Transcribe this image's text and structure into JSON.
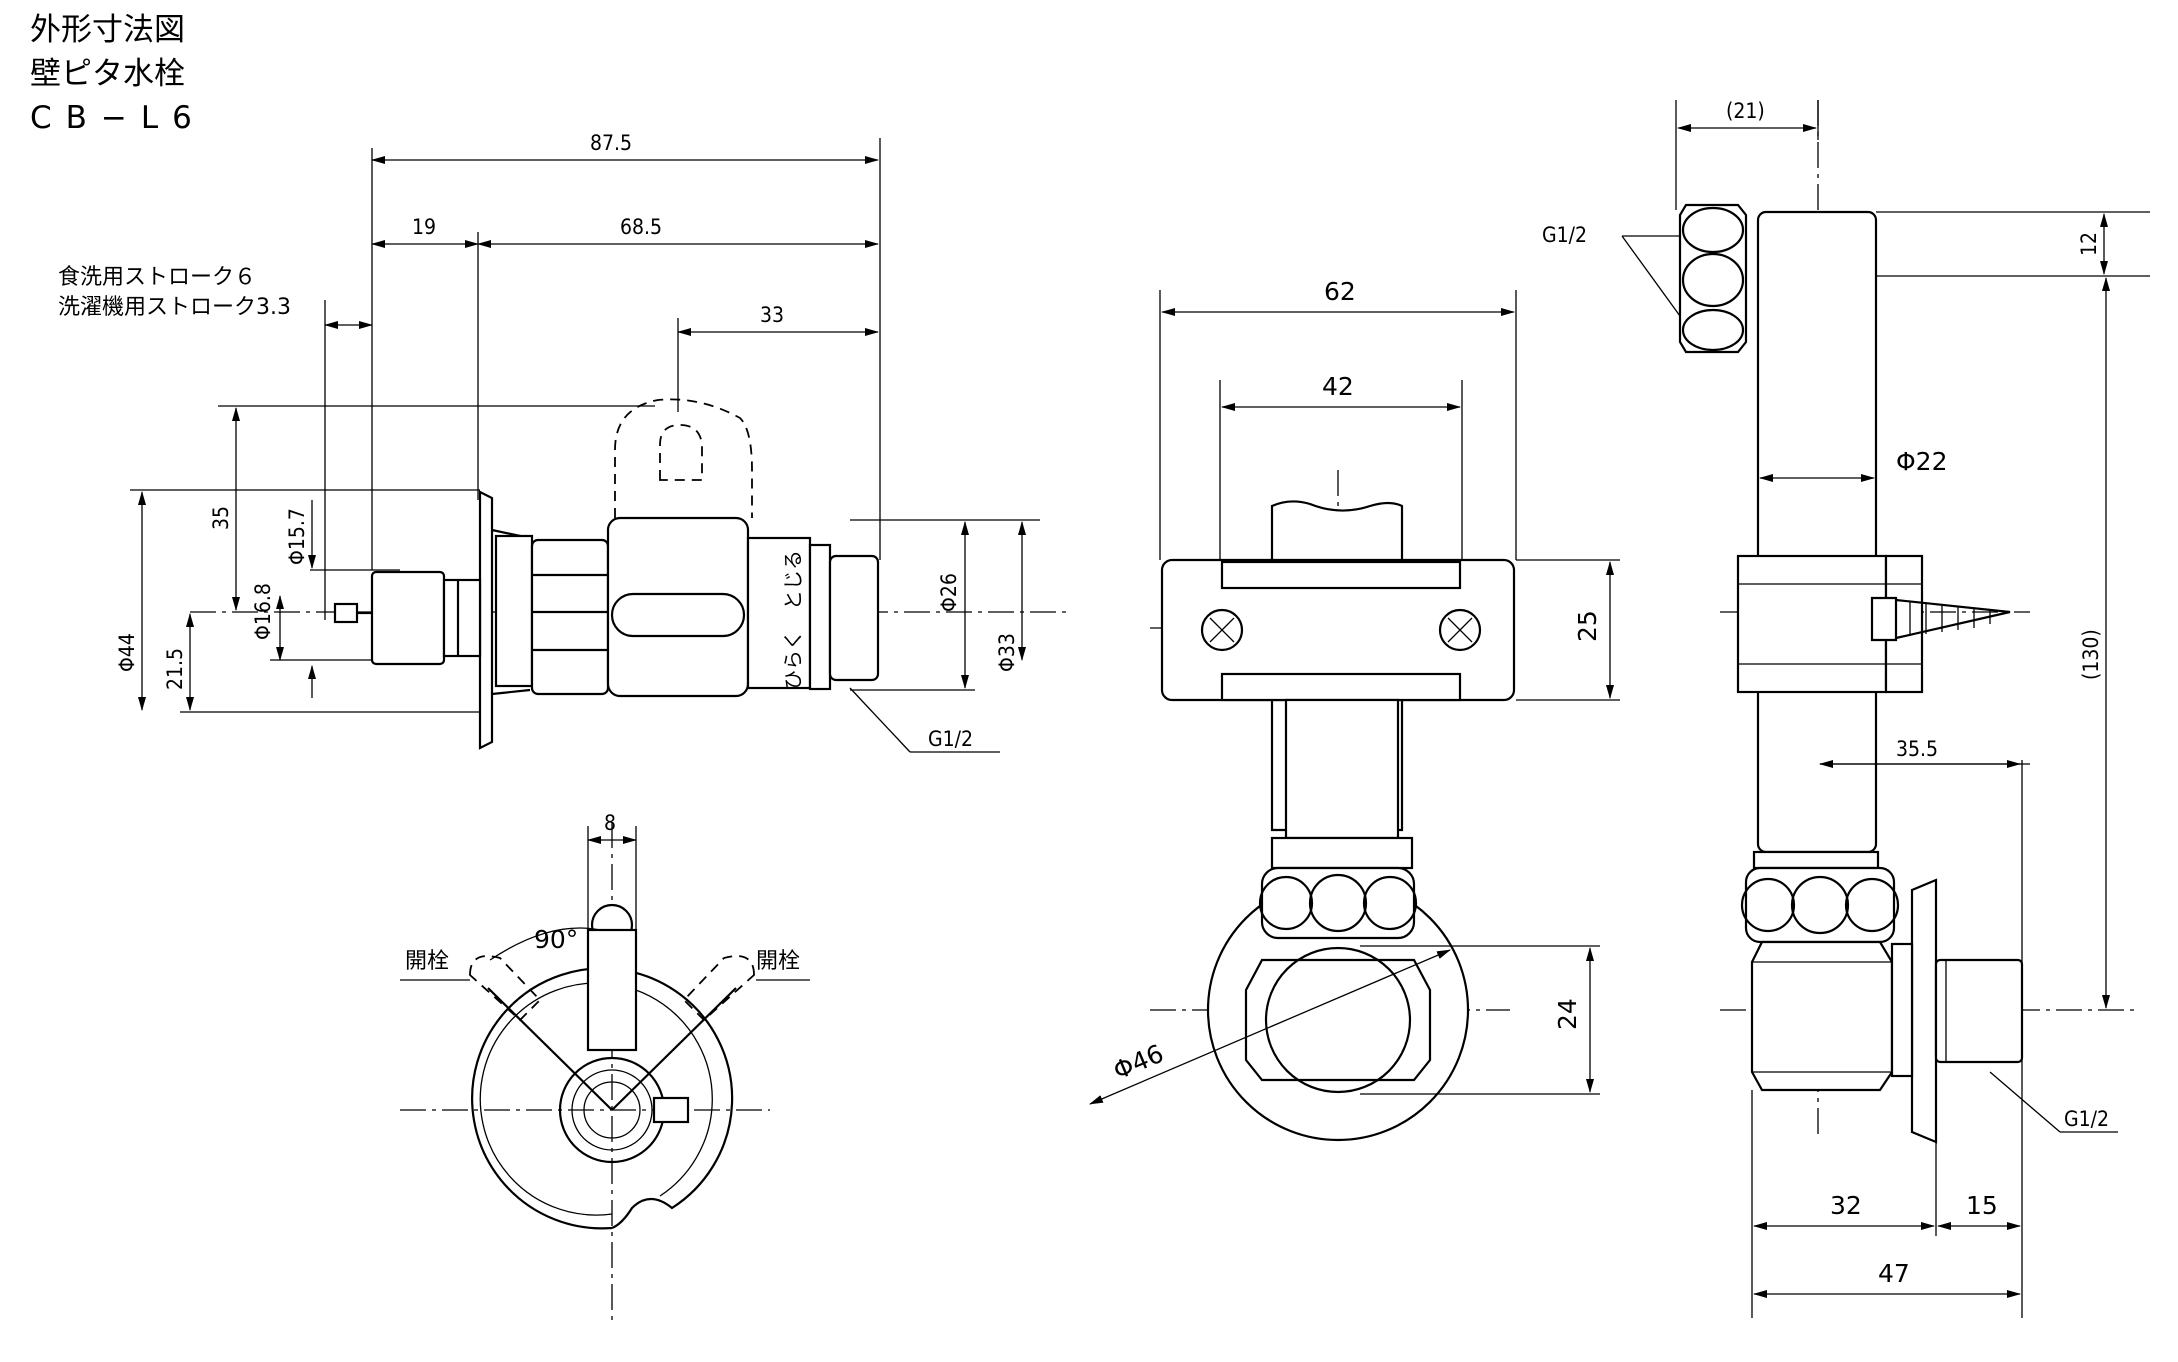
{
  "title": {
    "line1": "外形寸法図",
    "line2": "壁ピタ水栓",
    "line3": "CB−L6"
  },
  "notes": {
    "stroke_dish": "食洗用ストローク６",
    "stroke_washer": "洗濯機用ストローク3.3"
  },
  "labels": {
    "open_left": "開栓",
    "open_right": "開栓",
    "angle": "90°",
    "handle_open": "ひらく",
    "handle_close": "とじる"
  },
  "dimensions": {
    "d87_5": "87.5",
    "d19": "19",
    "d68_5": "68.5",
    "d33_top": "33",
    "d35": "35",
    "phi15_7": "Φ15.7",
    "phi16_8": "Φ16.8",
    "phi44": "Φ44",
    "d21_5": "21.5",
    "phi26": "Φ26",
    "phi33": "Φ33",
    "g12_side": "G1/2",
    "d8": "8",
    "d62": "62",
    "d42": "42",
    "d25": "25",
    "phi46": "Φ46",
    "d24": "24",
    "d21_paren": "(21)",
    "g12_top": "G1/2",
    "d12": "12",
    "phi22": "Φ22",
    "d130_paren": "(130)",
    "d35_5": "35.5",
    "g12_bottom": "G1/2",
    "d32": "32",
    "d15": "15",
    "d47": "47"
  }
}
